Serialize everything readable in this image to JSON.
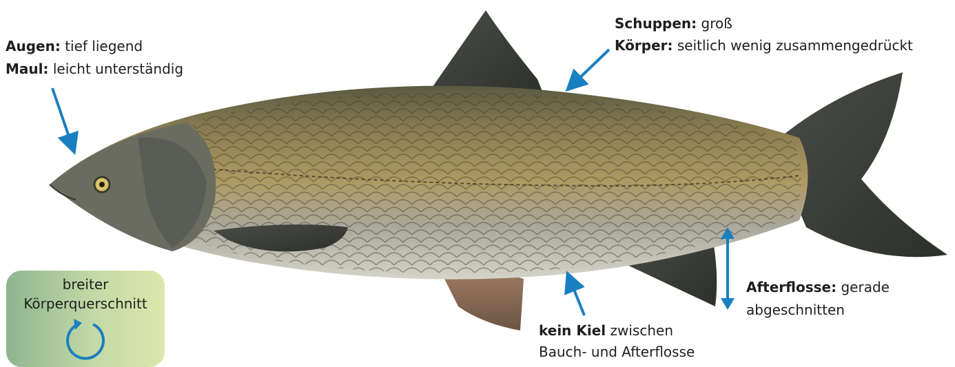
{
  "labels": {
    "augen_term": "Augen:",
    "augen_text": "tief liegend",
    "maul_term": "Maul:",
    "maul_text": "leicht unterständig",
    "schuppen_term": "Schuppen:",
    "schuppen_text": "groß",
    "koerper_term": "Körper:",
    "koerper_text": "seitlich wenig zusammengedrückt",
    "afterflosse_term": "Afterflosse:",
    "afterflosse_text": "gerade",
    "afterflosse_text2": "abgeschnitten",
    "kiel_term": "kein Kiel",
    "kiel_text": "zwischen",
    "kiel_text2": "Bauch- und Afterflosse"
  },
  "badge": {
    "line1": "breiter",
    "line2": "Körperquerschnitt"
  },
  "colors": {
    "arrow": "#1a7fc0",
    "text": "#1e1e1e",
    "fin": "#3a3c38",
    "body": "#9a8a5c",
    "belly": "#c9c6b4"
  }
}
